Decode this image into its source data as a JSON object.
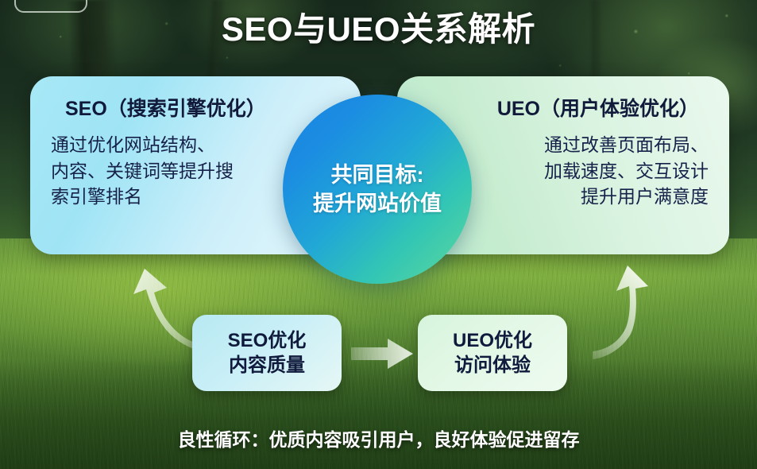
{
  "title": "SEO与UEO关系解析",
  "left_card": {
    "heading": "SEO（搜索引擎优化）",
    "body_lines": [
      "通过优化网站结构、",
      "内容、关键词等提升搜",
      "索引擎排名"
    ]
  },
  "right_card": {
    "heading": "UEO（用户体验优化）",
    "body_lines": [
      "通过改善页面布局、",
      "加载速度、交互设计",
      "提升用户满意度"
    ]
  },
  "center_circle": {
    "line1": "共同目标:",
    "line2": "提升网站价值"
  },
  "process": {
    "left_box": {
      "line1": "SEO优化",
      "line2": "内容质量"
    },
    "right_box": {
      "line1": "UEO优化",
      "line2": "访问体验"
    }
  },
  "caption": "良性循环：优质内容吸引用户，良好体验促进留存",
  "colors": {
    "title_text": "#ffffff",
    "card_text": "#111a3a",
    "left_card_accent": "#a7e8f6",
    "right_card_accent": "#c6eccf",
    "circle_blue": "#1a86e0",
    "circle_green": "#5fd99b",
    "arrow_fill": "#e8f2e4"
  }
}
